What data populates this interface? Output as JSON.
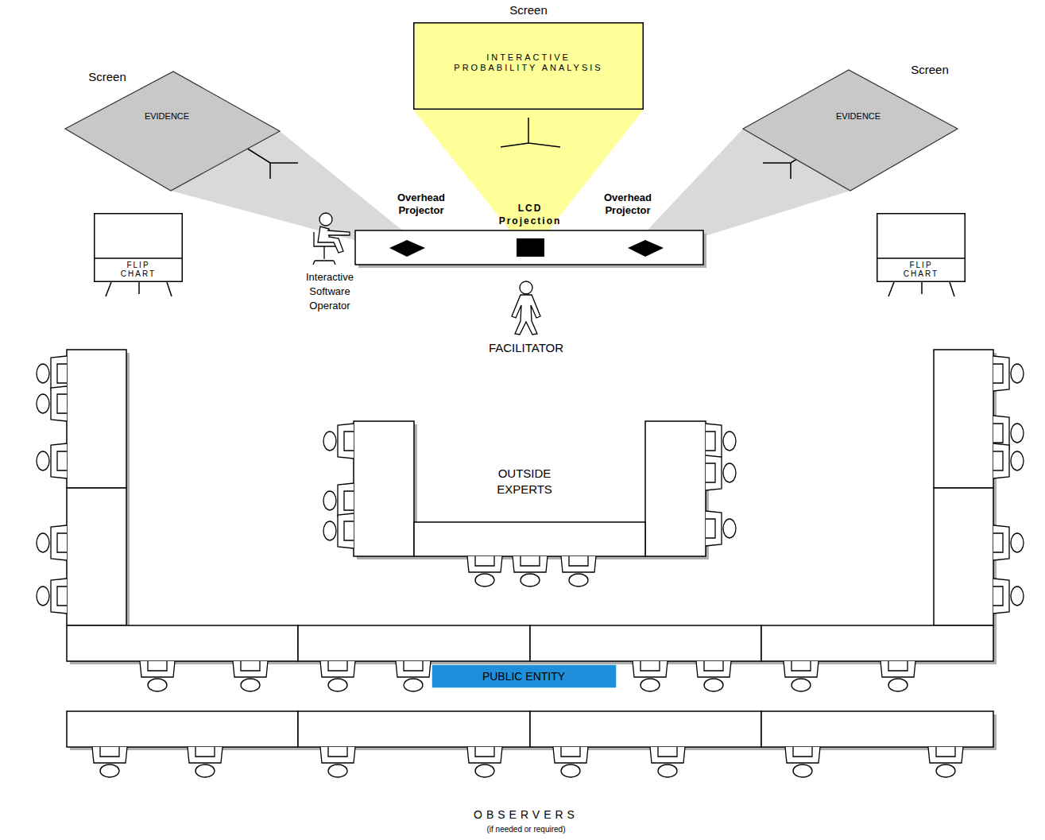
{
  "diagram": {
    "nodes": [
      {
        "text": [
          "Screen",
          "EVIDENCE"
        ]
      },
      {
        "text": [
          "Screen",
          "INTERACTIVE PROBABILITY ANALYSIS"
        ]
      },
      {
        "text": [
          "Screen",
          "EVIDENCE"
        ]
      },
      {
        "text": [
          "FLIP CHART"
        ]
      },
      {
        "text": [
          "FLIP CHART"
        ]
      },
      {
        "text": [
          "PUBLIC ENTITY"
        ]
      }
    ],
    "labels": [
      "Overhead Projector",
      "LCD Projection",
      "Overhead Projector",
      "Interactive Software Operator",
      "FACILITATOR",
      "OUTSIDE EXPERTS",
      "OBSERVERS",
      "(if needed or required)"
    ]
  }
}
